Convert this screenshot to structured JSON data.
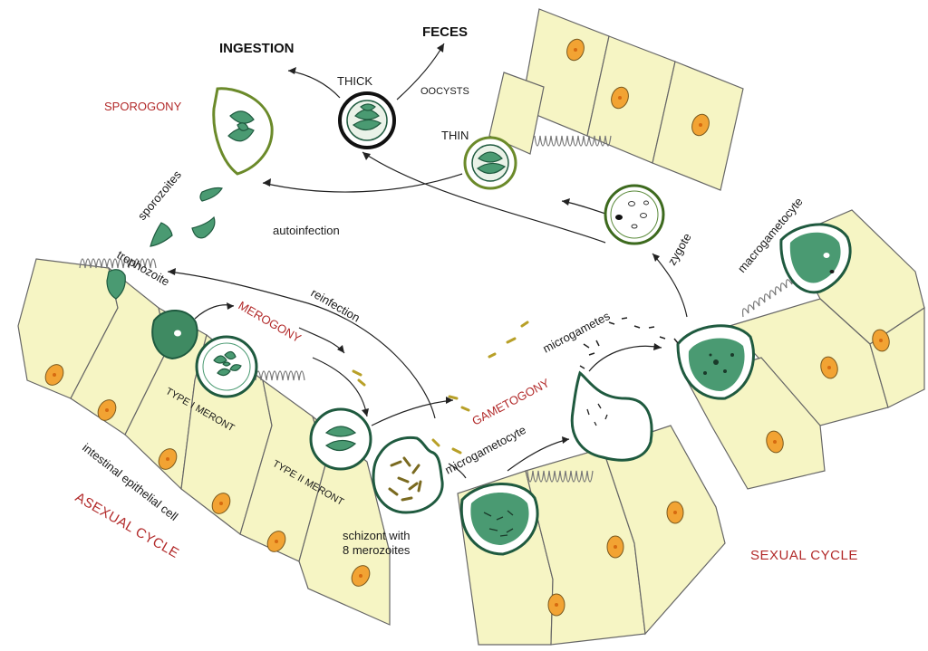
{
  "labels": {
    "ingestion": "INGESTION",
    "feces": "FECES",
    "thick": "THICK",
    "oocysts": "OOCYSTS",
    "thin": "THIN",
    "sporogony": "SPOROGONY",
    "sporozoites": "sporozoites",
    "autoinfection": "autoinfection",
    "trophozoite": "trophozoite",
    "reinfection": "reinfection",
    "merogony": "MEROGONY",
    "type_i_meront": "TYPE I MERONT",
    "type_ii_meront": "TYPE II MERONT",
    "intestinal_epithelial_cell": "intestinal epithelial cell",
    "asexual_cycle": "ASEXUAL CYCLE",
    "schizont_line1": "schizont with",
    "schizont_line2": "8 merozoites",
    "gametogony": "GAMETOGONY",
    "microgametocyte": "microgametocyte",
    "microgametes": "microgametes",
    "macrogametocyte": "macrogametocyte",
    "zygote": "zygote",
    "sexual_cycle": "SEXUAL CYCLE"
  },
  "colors": {
    "cell_fill": "#f6f5c4",
    "nucleus": "#f2a333",
    "parasite": "#4a9a72",
    "parasite_dark": "#1f5a3f",
    "cycle_label": "#b22a2a"
  }
}
